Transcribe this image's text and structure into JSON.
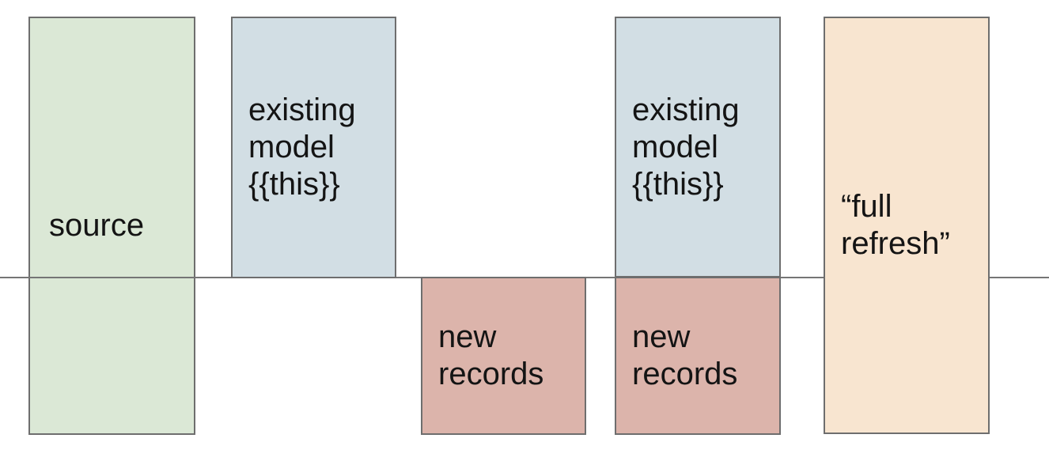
{
  "boxes": [
    {
      "id": "source",
      "label": "source",
      "fill": "#dbe8d6"
    },
    {
      "id": "existing-model-1",
      "label": "existing\nmodel\n{{this}}",
      "fill": "#d2dee4"
    },
    {
      "id": "new-records-1",
      "label": "new\nrecords",
      "fill": "#dcb4ab"
    },
    {
      "id": "existing-model-2",
      "label": "existing\nmodel\n{{this}}",
      "fill": "#d2dee4"
    },
    {
      "id": "new-records-2",
      "label": "new\nrecords",
      "fill": "#dcb4ab"
    },
    {
      "id": "full-refresh",
      "label": "“full\nrefresh”",
      "fill": "#f8e5d0"
    }
  ],
  "colors": {
    "background": "#ffffff",
    "box_border": "#6e6e6e",
    "baseline_line": "#757575",
    "text": "#141414",
    "green": "#dbe8d6",
    "blue": "#d2dee4",
    "pink": "#dcb4ab",
    "peach": "#f8e5d0"
  }
}
